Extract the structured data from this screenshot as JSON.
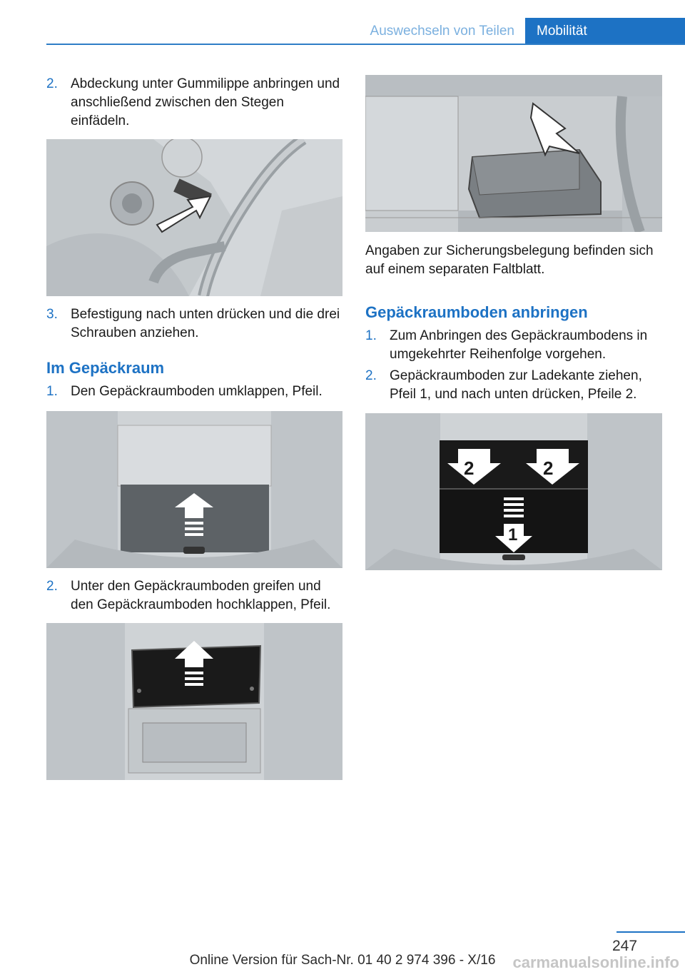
{
  "header": {
    "section": "Auswechseln von Teilen",
    "chapter": "Mobilität"
  },
  "left": {
    "step2": {
      "num": "2.",
      "text": "Abdeckung unter Gummilippe anbringen und anschließend zwischen den Stegen einfädeln."
    },
    "step3": {
      "num": "3.",
      "text": "Befestigung nach unten drücken und die drei Schrauben anziehen."
    },
    "heading": "Im Gepäckraum",
    "g_step1": {
      "num": "1.",
      "text": "Den Gepäckraumboden umklappen, Pfeil."
    },
    "g_step2": {
      "num": "2.",
      "text": "Unter den Gepäckraumboden greifen und den Gepäckraumboden hochklappen, Pfeil."
    }
  },
  "right": {
    "fuse_note": "Angaben zur Sicherungsbelegung befinden sich auf einem separaten Faltblatt.",
    "heading": "Gepäckraumboden anbringen",
    "step1": {
      "num": "1.",
      "text": "Zum Anbringen des Gepäckraumbodens in umgekehrter Reihenfolge vorgehen."
    },
    "step2": {
      "num": "2.",
      "text": "Gepäckraumboden zur Ladekante ziehen, Pfeil 1, und nach unten drücken, Pfeile 2."
    },
    "arrow_labels": {
      "a1": "1",
      "a2": "2"
    }
  },
  "footer": {
    "page": "247",
    "text": "Online Version für Sach-Nr. 01 40 2 974 396 - X/16",
    "watermark": "carmanualsonline.info"
  }
}
